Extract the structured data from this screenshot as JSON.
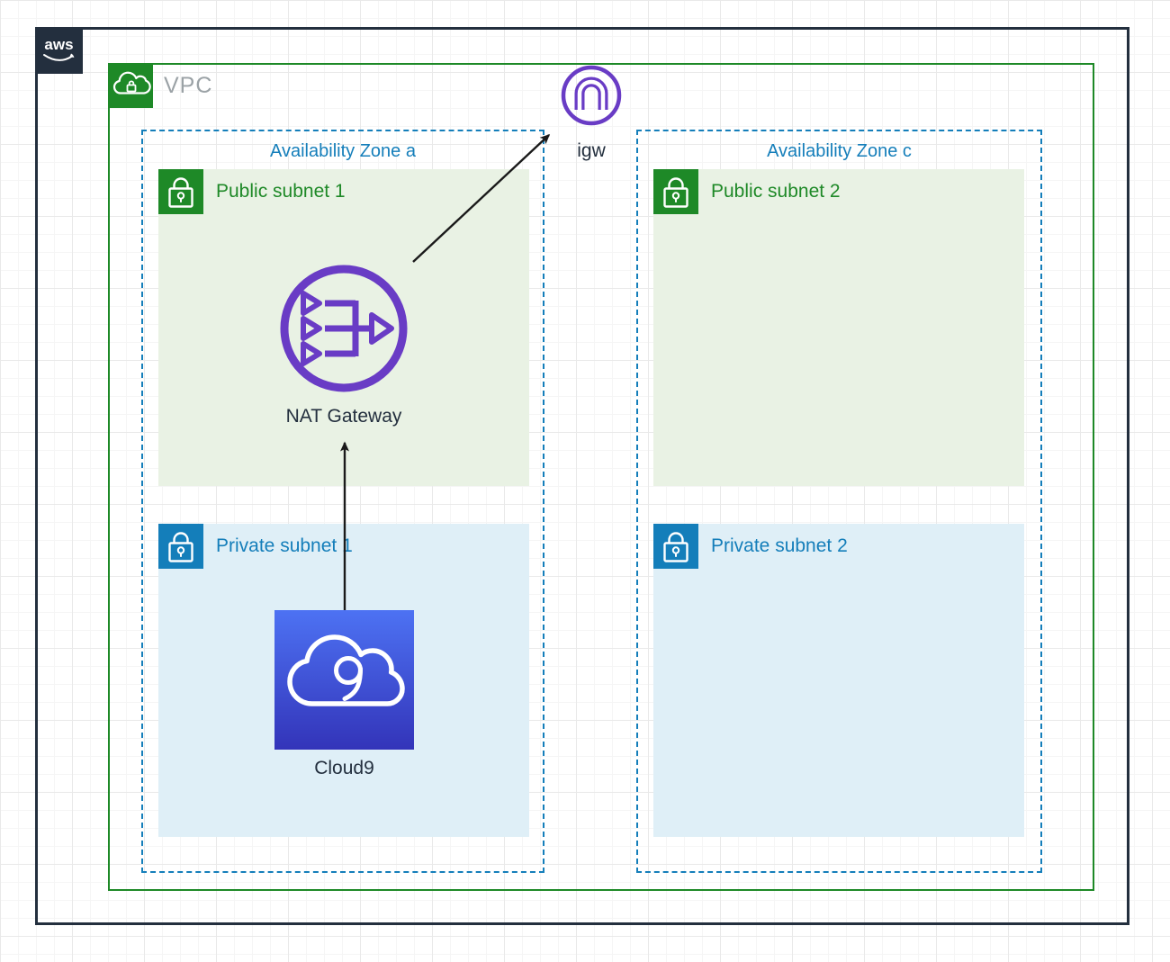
{
  "title": "AWS VPC architecture diagram",
  "aws_logo": {
    "text": "aws"
  },
  "vpc": {
    "label": "VPC"
  },
  "igw": {
    "label": "igw"
  },
  "zones": [
    {
      "label": "Availability Zone a"
    },
    {
      "label": "Availability Zone c"
    }
  ],
  "subnets": [
    {
      "label": "Public subnet 1",
      "type": "public"
    },
    {
      "label": "Public subnet 2",
      "type": "public"
    },
    {
      "label": "Private subnet 1",
      "type": "private"
    },
    {
      "label": "Private subnet 2",
      "type": "private"
    }
  ],
  "nodes": {
    "nat": {
      "label": "NAT Gateway"
    },
    "cloud9": {
      "label": "Cloud9",
      "icon_digit": "9"
    }
  },
  "edges": [
    {
      "from": "NAT Gateway",
      "to": "igw"
    },
    {
      "from": "Cloud9",
      "to": "NAT Gateway"
    }
  ],
  "colors": {
    "dark": "#232F3E",
    "green": "#1E8927",
    "blue": "#147EBA",
    "purple": "#693CC5",
    "public_subnet_fill": "#E9F2E4",
    "private_subnet_fill": "#DFEFF7",
    "cloud9_gradient_top": "#4D72F3",
    "cloud9_gradient_bottom": "#3334B9",
    "vpc_label_gray": "#9BA2A6",
    "arrow": "#1a1a1a"
  }
}
